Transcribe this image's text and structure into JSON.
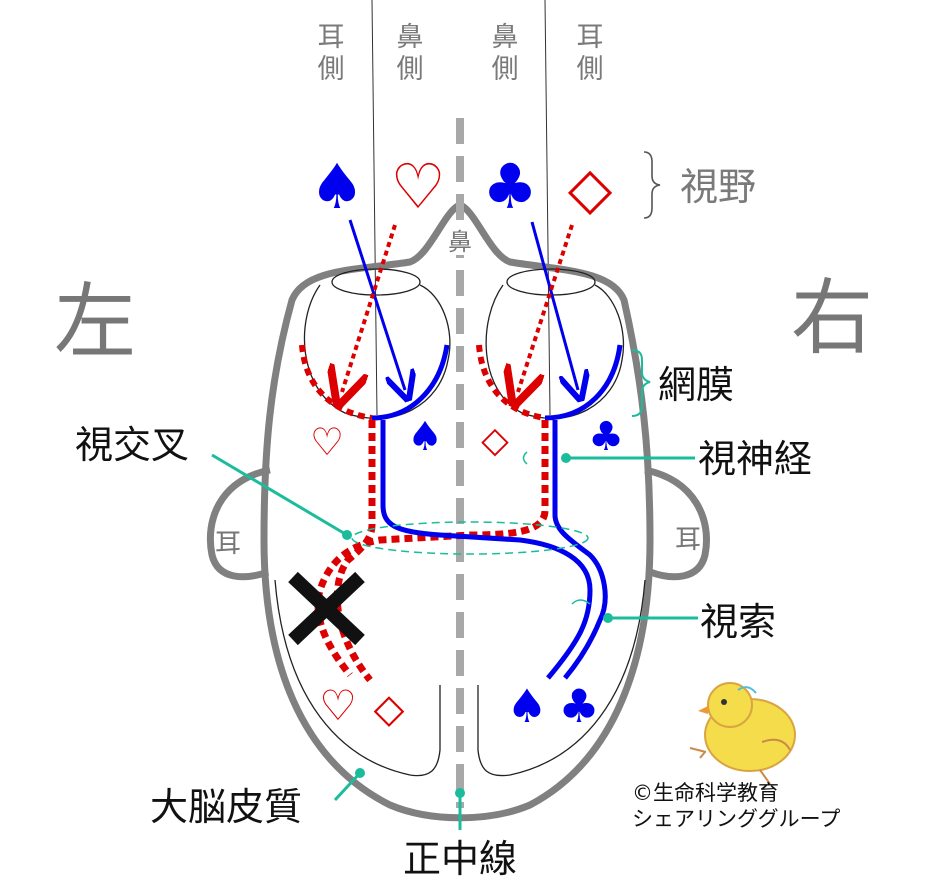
{
  "side_labels": {
    "left": "左",
    "right": "右"
  },
  "column_labels": [
    {
      "line1": "耳",
      "line2": "側"
    },
    {
      "line1": "鼻",
      "line2": "側"
    },
    {
      "line1": "鼻",
      "line2": "側"
    },
    {
      "line1": "耳",
      "line2": "側"
    }
  ],
  "visual_field_label": "視野",
  "nose_label": "鼻",
  "ear_label": "耳",
  "structure_labels": {
    "retina": "網膜",
    "optic_chiasm": "視交叉",
    "optic_nerve": "視神経",
    "optic_tract": "視索",
    "cerebral_cortex": "大脳皮質",
    "midline": "正中線"
  },
  "copyright": {
    "line1": "©生命科学教育",
    "line2": "シェアリンググループ"
  },
  "symbols": {
    "spade": "♠",
    "heart": "♡",
    "club": "♣",
    "diamond": "◇"
  },
  "colors": {
    "blue": "#0000ee",
    "red": "#dd0000",
    "outline": "#808080",
    "teal": "#1abc9c",
    "midline": "#a8a8a8"
  }
}
